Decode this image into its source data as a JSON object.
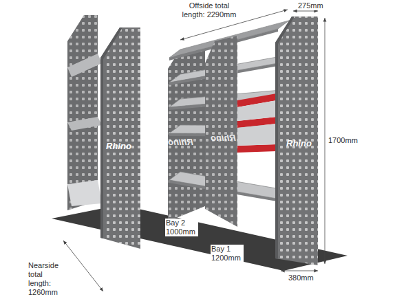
{
  "diagram": {
    "labels": [
      "Offside total length: 2290mm",
      "275mm",
      "1700mm",
      "Bay 2 1000mm",
      "Bay 1 1200mm",
      "380mm",
      "Nearside total length: 1260mm",
      "Rhino",
      "Rhino",
      "Rhino",
      "Rhino"
    ]
  }
}
